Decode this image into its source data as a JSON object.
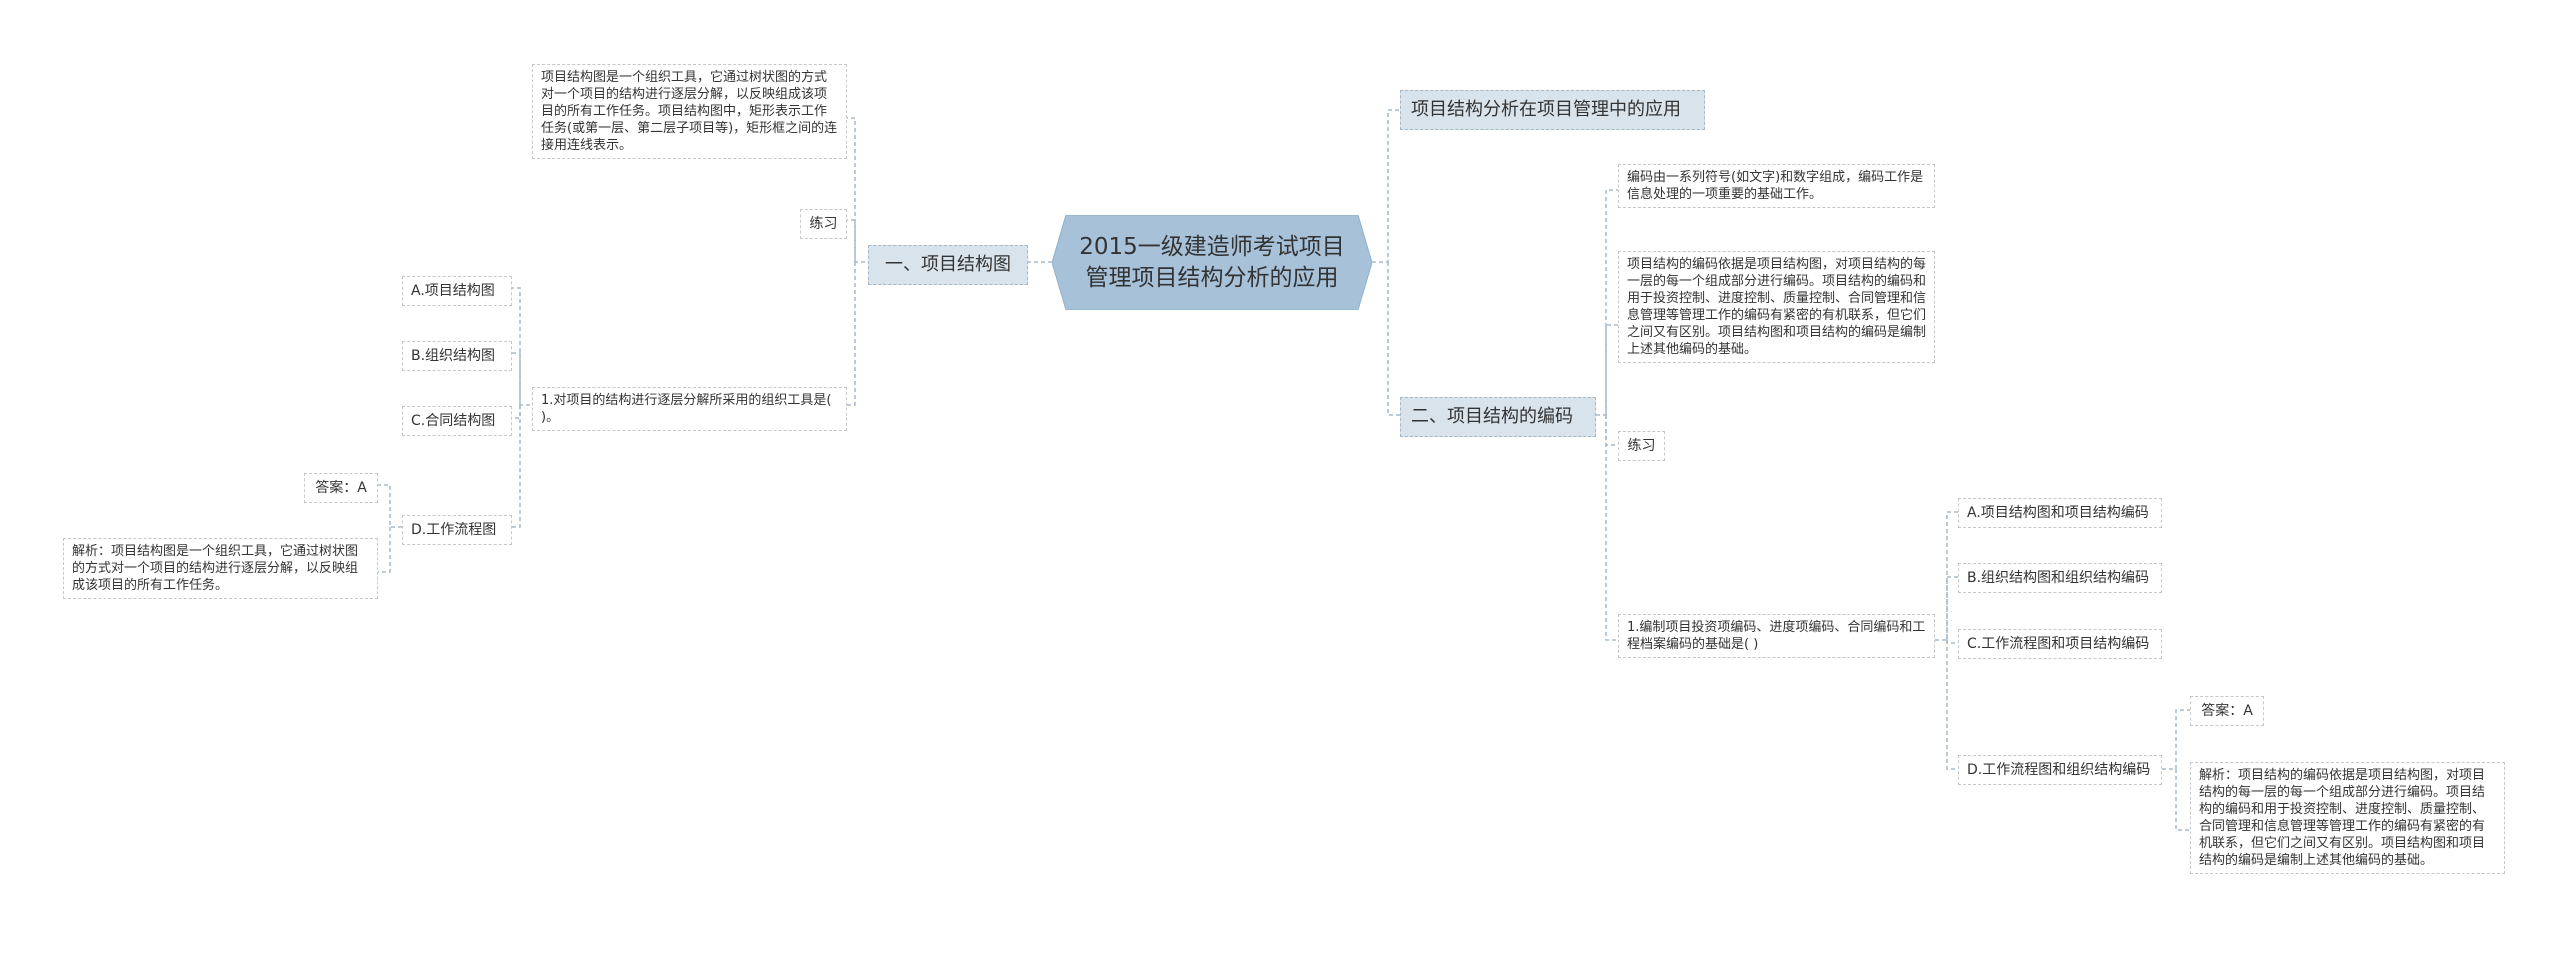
{
  "root": {
    "title": "2015一级建造师考试项目\n管理项目结构分析的应用"
  },
  "colors": {
    "root_fill": "#a7c1d8",
    "branch_fill": "#d8e3ec",
    "line": "#a9bccb",
    "border": "#c7c7c7"
  },
  "left": {
    "branch": "一、项目结构图",
    "description": "项目结构图是一个组织工具，它通过树状图的方式对一个项目的结构进行逐层分解，以反映组成该项目的所有工作任务。项目结构图中，矩形表示工作任务(或第一层、第二层子项目等)，矩形框之间的连接用连线表示。",
    "practice_label": "练习",
    "question": "1.对项目的结构进行逐层分解所采用的组织工具是( )。",
    "options": [
      "A.项目结构图",
      "B.组织结构图",
      "C.合同结构图",
      "D.工作流程图"
    ],
    "answer": "答案：A",
    "analysis": "解析：项目结构图是一个组织工具，它通过树状图的方式对一个项目的结构进行逐层分解，以反映组成该项目的所有工作任务。"
  },
  "right": {
    "top_branch": "项目结构分析在项目管理中的应用",
    "branch": "二、项目结构的编码",
    "coding_intro": "编码由一系列符号(如文字)和数字组成，编码工作是信息处理的一项重要的基础工作。",
    "coding_desc": "项目结构的编码依据是项目结构图，对项目结构的每一层的每一个组成部分进行编码。项目结构的编码和用于投资控制、进度控制、质量控制、合同管理和信息管理等管理工作的编码有紧密的有机联系，但它们之间又有区别。项目结构图和项目结构的编码是编制上述其他编码的基础。",
    "practice_label": "练习",
    "question": "1.编制项目投资项编码、进度项编码、合同编码和工程档案编码的基础是( )",
    "options": [
      "A.项目结构图和项目结构编码",
      "B.组织结构图和组织结构编码",
      "C.工作流程图和项目结构编码",
      "D.工作流程图和组织结构编码"
    ],
    "answer": "答案：A",
    "analysis": "解析：项目结构的编码依据是项目结构图，对项目结构的每一层的每一个组成部分进行编码。项目结构的编码和用于投资控制、进度控制、质量控制、合同管理和信息管理等管理工作的编码有紧密的有机联系，但它们之间又有区别。项目结构图和项目结构的编码是编制上述其他编码的基础。"
  }
}
